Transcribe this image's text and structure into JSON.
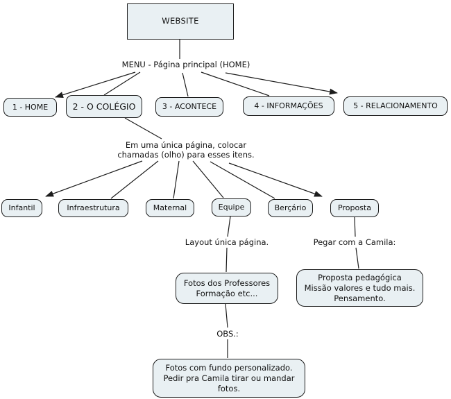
{
  "app": {
    "title": "Concept map - WEBSITE"
  },
  "colors": {
    "node_fill": "#e9f0f3",
    "node_border": "#1c1c1c",
    "edge_line": "#1c1c1c",
    "text": "#111111",
    "background": "#ffffff"
  },
  "nodes": {
    "website": {
      "label": "WEBSITE"
    },
    "home": {
      "label": "1 - HOME"
    },
    "colegio": {
      "label": "2 - O COLÉGIO"
    },
    "acontece": {
      "label": "3 - ACONTECE"
    },
    "informacoes": {
      "label": "4 - INFORMAÇÕES"
    },
    "relacionamento": {
      "label": "5 - RELACIONAMENTO"
    },
    "infantil": {
      "label": "Infantil"
    },
    "infraestrutura": {
      "label": "Infraestrutura"
    },
    "maternal": {
      "label": "Maternal"
    },
    "equipe": {
      "label": "Equipe"
    },
    "bercario": {
      "label": "Berçário"
    },
    "proposta": {
      "label": "Proposta"
    },
    "fotos_professores": {
      "label": "Fotos dos Professores\nFormação etc..."
    },
    "proposta_pedagogica": {
      "label": "Proposta pedagógica\nMissão valores e tudo mais.\nPensamento."
    },
    "fotos_fundo": {
      "label": "Fotos com fundo personalizado.\nPedir pra Camila tirar ou mandar\nfotos."
    }
  },
  "link_labels": {
    "menu": {
      "label": "MENU - Página principal (HOME)"
    },
    "unica_pagina": {
      "label": "Em uma única página, colocar\nchamadas (olho) para esses itens."
    },
    "layout": {
      "label": "Layout única página."
    },
    "pegar_camila": {
      "label": "Pegar com a Camila:"
    },
    "obs": {
      "label": "OBS.:"
    }
  }
}
